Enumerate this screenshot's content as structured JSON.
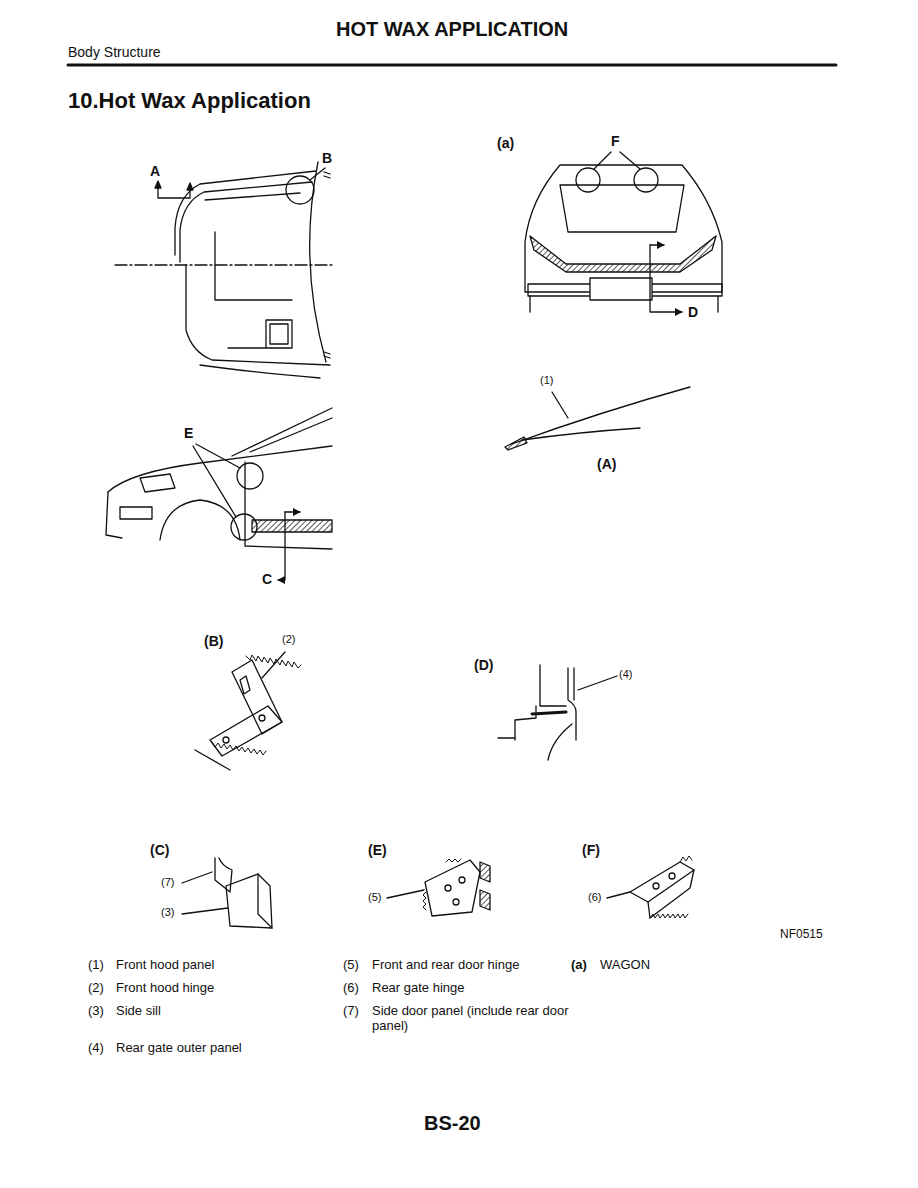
{
  "diagram": {
    "title": "10.Hot Wax Application",
    "labels": [
      "HOT WAX APPLICATION",
      "Body Structure",
      "A",
      "B",
      "E",
      "C",
      "(a)",
      "F",
      "D",
      "(1)",
      "(A)",
      "(B)",
      "(2)",
      "(D)",
      "(4)",
      "(C)",
      "(7)",
      "(3)",
      "(E)",
      "(5)",
      "(F)",
      "(6)",
      "NF0515",
      "(1)",
      "Front hood panel",
      "(2)",
      "Front hood hinge",
      "(3)",
      "Side sill",
      "(4)",
      "Rear gate outer panel",
      "(5)",
      "Front and rear door hinge",
      "(6)",
      "Rear gate hinge",
      "(7)",
      "Side door panel (include rear door panel)",
      "(a)",
      "WAGON",
      "BS-20"
    ]
  }
}
